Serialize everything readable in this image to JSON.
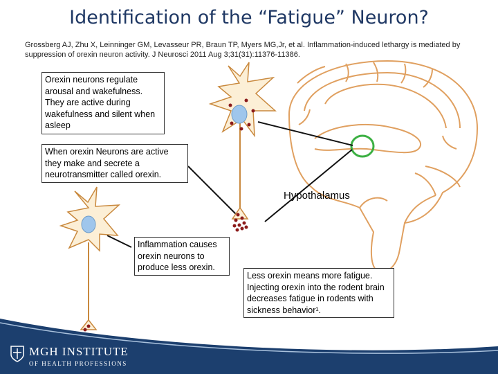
{
  "title": "Identification of the “Fatigue” Neuron?",
  "citation": "Grossberg AJ, Zhu X, Leinninger GM, Levasseur PR, Braun TP, Myers MG,Jr, et al. Inflammation-induced lethargy is mediated by suppression of orexin neuron activity. J Neurosci 2011 Aug 3;31(31):11376-11386.",
  "boxes": {
    "orexin_role": "Orexin neurons regulate arousal and wakefulness. They are active during wakefulness and silent when asleep",
    "orexin_secretion": "When orexin Neurons are active they make and secrete a neurotransmitter called orexin.",
    "inflammation": "Inflammation causes orexin neurons to produce less orexin.",
    "fatigue": "Less orexin means more fatigue. Injecting orexin into the rodent brain decreases fatigue in rodents with sickness behavior¹."
  },
  "hypothalamus_label": "Hypothalamus",
  "logo": {
    "line1": "MGH INSTITUTE",
    "line2": "OF HEALTH PROFESSIONS"
  },
  "colors": {
    "title": "#1f3864",
    "neuron_fill": "#fcefd6",
    "neuron_stroke": "#c9893e",
    "nucleus": "#9fc6ec",
    "vesicle": "#8b1a1a",
    "brain_stroke": "#e0a060",
    "hypothalamus_ring": "#3cb043",
    "footer": "#1c3f6e"
  }
}
